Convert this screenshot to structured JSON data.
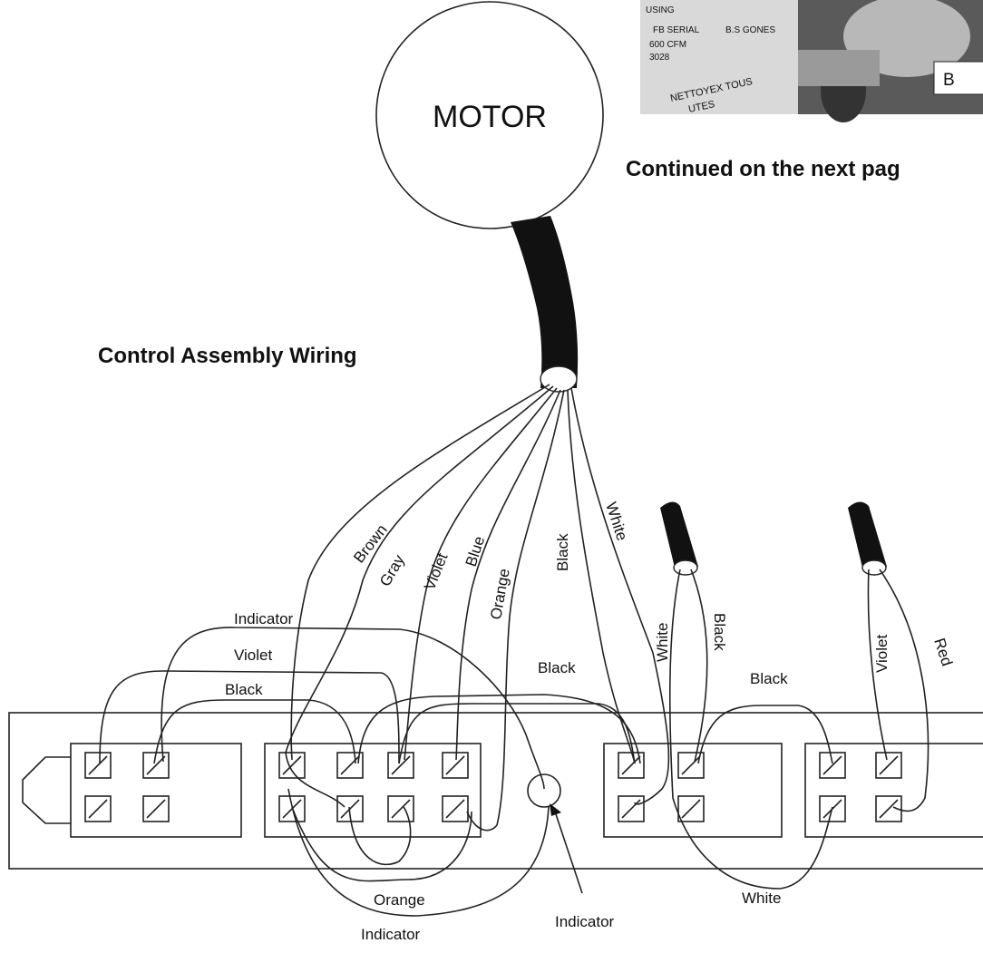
{
  "motor_label": "MOTOR",
  "heading": "Control Assembly Wiring",
  "continued": "Continued on the next pag",
  "photo_caption": "B",
  "photo_sticker_text": [
    "USING",
    "FB SERIAL",
    "B.S GONES",
    "600 CFM",
    "3028",
    "NETTOYEX TOUS",
    "UTES"
  ],
  "wire_labels": {
    "brown": "Brown",
    "gray": "Gray",
    "violet": "Violet",
    "blue": "Blue",
    "orange": "Orange",
    "black_cable": "Black",
    "white_cable": "White",
    "white_pair": "White",
    "black_pair": "Black",
    "violet_pair": "Violet",
    "red_pair": "Red",
    "indicator_top": "Indicator",
    "violet_left": "Violet",
    "black_left": "Black",
    "black_mid": "Black",
    "black_right": "Black",
    "orange_bottom": "Orange",
    "indicator_bottom": "Indicator",
    "indicator_arrow": "Indicator",
    "white_bottom": "White"
  }
}
